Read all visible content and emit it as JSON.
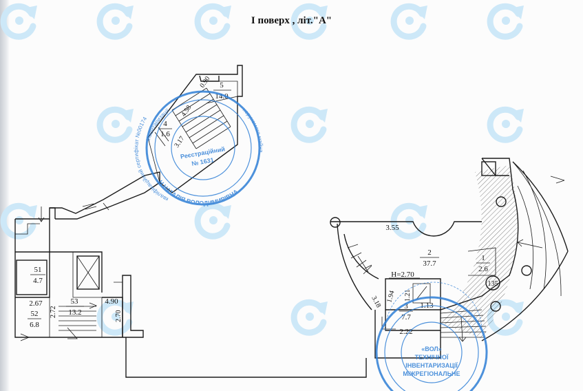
{
  "title": "І поверх , літ.\"А\"",
  "colors": {
    "line": "#1b1b1b",
    "stamp": "#2f7fd6",
    "watermark": "#cde8f8"
  },
  "watermark": {
    "icon": "refresh-arrow-icon"
  },
  "rooms": {
    "r5": {
      "number": "5",
      "area": "14.0"
    },
    "r4": {
      "number": "4",
      "area": "1.6"
    },
    "r51": {
      "number": "51",
      "area": "4.7"
    },
    "r52": {
      "number": "52",
      "area": "6.8"
    },
    "r53": {
      "number": "53",
      "area": "13.2"
    },
    "r2": {
      "number": "2",
      "area": "37.7"
    },
    "r1": {
      "number": "1",
      "area": "2.6"
    },
    "r3": {
      "number": "3",
      "area": "7.7"
    }
  },
  "dimensions": {
    "d090": "0.90",
    "d458": "4.58",
    "d317": "3.17",
    "d355": "3.55",
    "d318": "3.18",
    "d194": "1.94",
    "d121": "1.21",
    "d113": "1.13",
    "d222": "2.22",
    "d267": "2.67",
    "d272": "2.72",
    "d490": "4.90",
    "d270": "2.70",
    "height": "H=2.70",
    "d135": "135"
  },
  "stamps": {
    "upper": {
      "center_line1": "Реєстраційний",
      "center_line2": "№ 1631",
      "ring_top": "інвентаризації",
      "ring_mid": "нерухомого майна",
      "ring_name": "Н НАТАЛІЯ ВОЛОДИМИРІВНА",
      "ring_cert": "кваліфікаційний сертифікат №00174"
    },
    "lower": {
      "line1": "«ВОЛ»",
      "line2": "ТЕХНІЧНОЇ",
      "line3": "ІНВЕНТАРИЗАЦІЇ",
      "line4": "МІЖРЕГІОНАЛЬНЕ"
    }
  }
}
